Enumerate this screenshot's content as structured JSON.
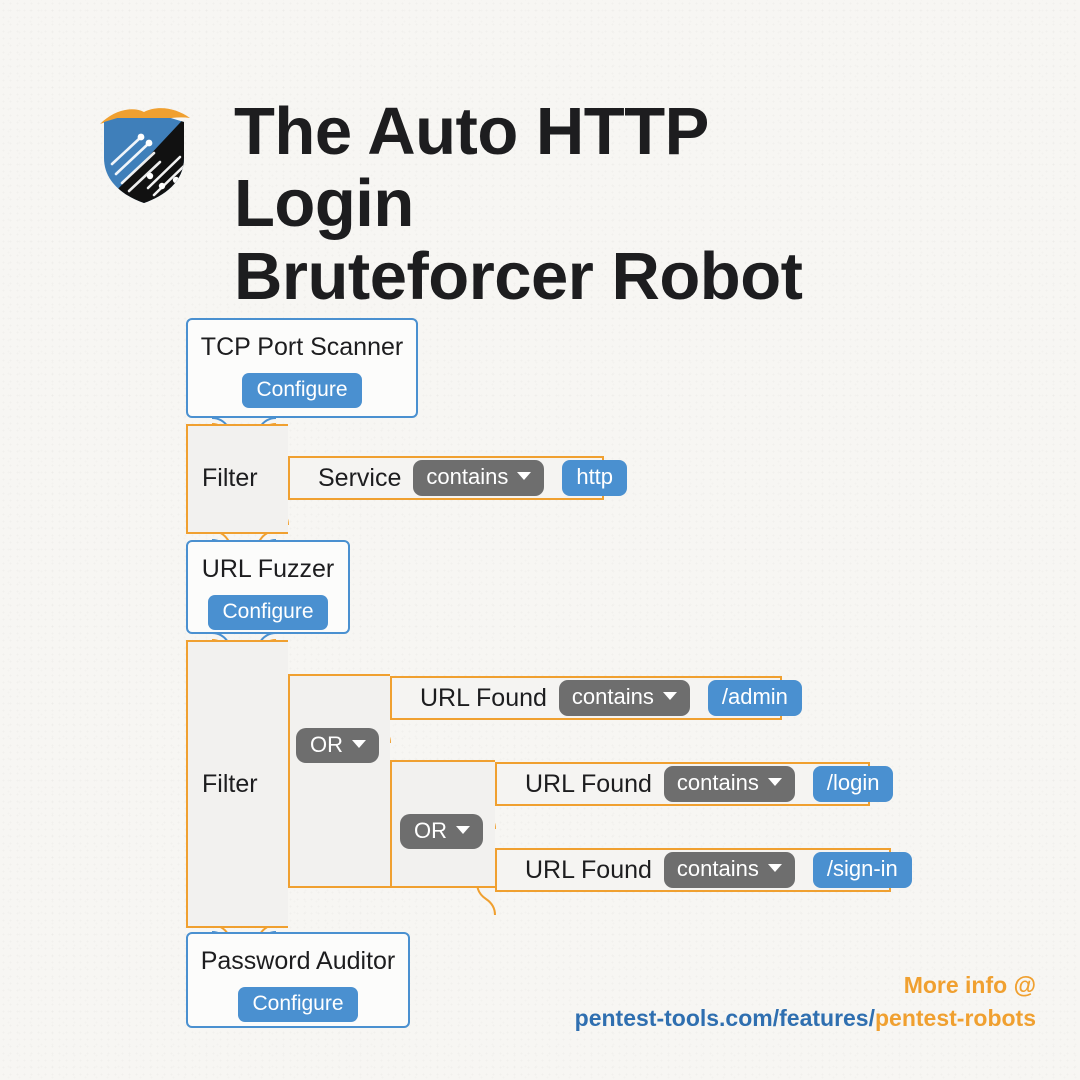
{
  "header": {
    "logo_name": "pentest-tools-shield-logo",
    "title": "The Auto HTTP Login\nBruteforcer Robot"
  },
  "colors": {
    "background": "#f7f6f3",
    "module_border": "#4a90d0",
    "filter_border": "#f0a030",
    "dropdown_bg": "#6e6e6e",
    "value_chip_bg": "#4a90d0",
    "accent_orange": "#f0a030",
    "accent_blue": "#2f6fb0",
    "text": "#1d1d1f"
  },
  "workflow": {
    "blocks": [
      {
        "type": "module",
        "name": "tcp-port-scanner",
        "title": "TCP Port Scanner",
        "button_label": "Configure"
      },
      {
        "type": "filter",
        "name": "filter-service",
        "label": "Filter",
        "conditions": [
          {
            "field": "Service",
            "operator": "contains",
            "value": "http"
          }
        ]
      },
      {
        "type": "module",
        "name": "url-fuzzer",
        "title": "URL Fuzzer",
        "button_label": "Configure"
      },
      {
        "type": "filter",
        "name": "filter-url-found",
        "label": "Filter",
        "joiner_outer": "OR",
        "joiner_inner": "OR",
        "conditions": [
          {
            "field": "URL Found",
            "operator": "contains",
            "value": "/admin"
          },
          {
            "field": "URL Found",
            "operator": "contains",
            "value": "/login"
          },
          {
            "field": "URL Found",
            "operator": "contains",
            "value": "/sign-in"
          }
        ]
      },
      {
        "type": "module",
        "name": "password-auditor",
        "title": "Password Auditor",
        "button_label": "Configure"
      }
    ]
  },
  "footer": {
    "more_info": "More info @",
    "url_blue": "pentest-tools.com/features/",
    "url_orange": "pentest-robots"
  }
}
